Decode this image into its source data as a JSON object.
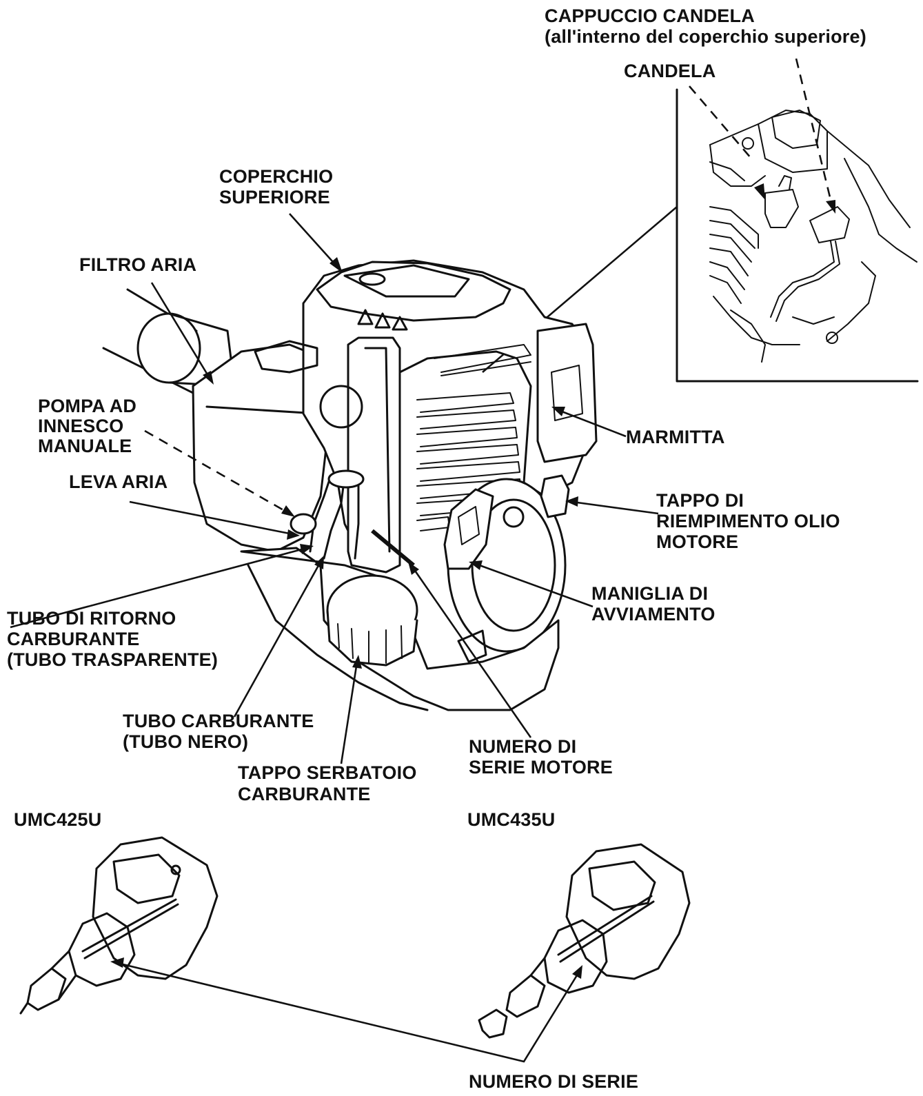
{
  "labels": {
    "spark_plug_cap_1": "CAPPUCCIO CANDELA",
    "spark_plug_cap_2": "(all'interno del coperchio superiore)",
    "spark_plug": "CANDELA",
    "top_cover_1": "COPERCHIO",
    "top_cover_2": "SUPERIORE",
    "air_filter": "FILTRO ARIA",
    "primer_pump_1": "POMPA AD",
    "primer_pump_2": "INNESCO",
    "primer_pump_3": "MANUALE",
    "choke_lever": "LEVA ARIA",
    "muffler": "MARMITTA",
    "oil_filler_cap_1": "TAPPO DI",
    "oil_filler_cap_2": "RIEMPIMENTO OLIO",
    "oil_filler_cap_3": "MOTORE",
    "starter_grip_1": "MANIGLIA DI",
    "starter_grip_2": "AVVIAMENTO",
    "fuel_return_tube_1": "TUBO DI RITORNO",
    "fuel_return_tube_2": "CARBURANTE",
    "fuel_return_tube_3": "(TUBO TRASPARENTE)",
    "fuel_tube_1": "TUBO CARBURANTE",
    "fuel_tube_2": "(TUBO NERO)",
    "fuel_tank_cap_1": "TAPPO SERBATOIO",
    "fuel_tank_cap_2": "CARBURANTE",
    "engine_serial_1": "NUMERO DI",
    "engine_serial_2": "SERIE MOTORE",
    "model_a": "UMC425U",
    "model_b": "UMC435U",
    "serial_number": "NUMERO DI SERIE"
  }
}
